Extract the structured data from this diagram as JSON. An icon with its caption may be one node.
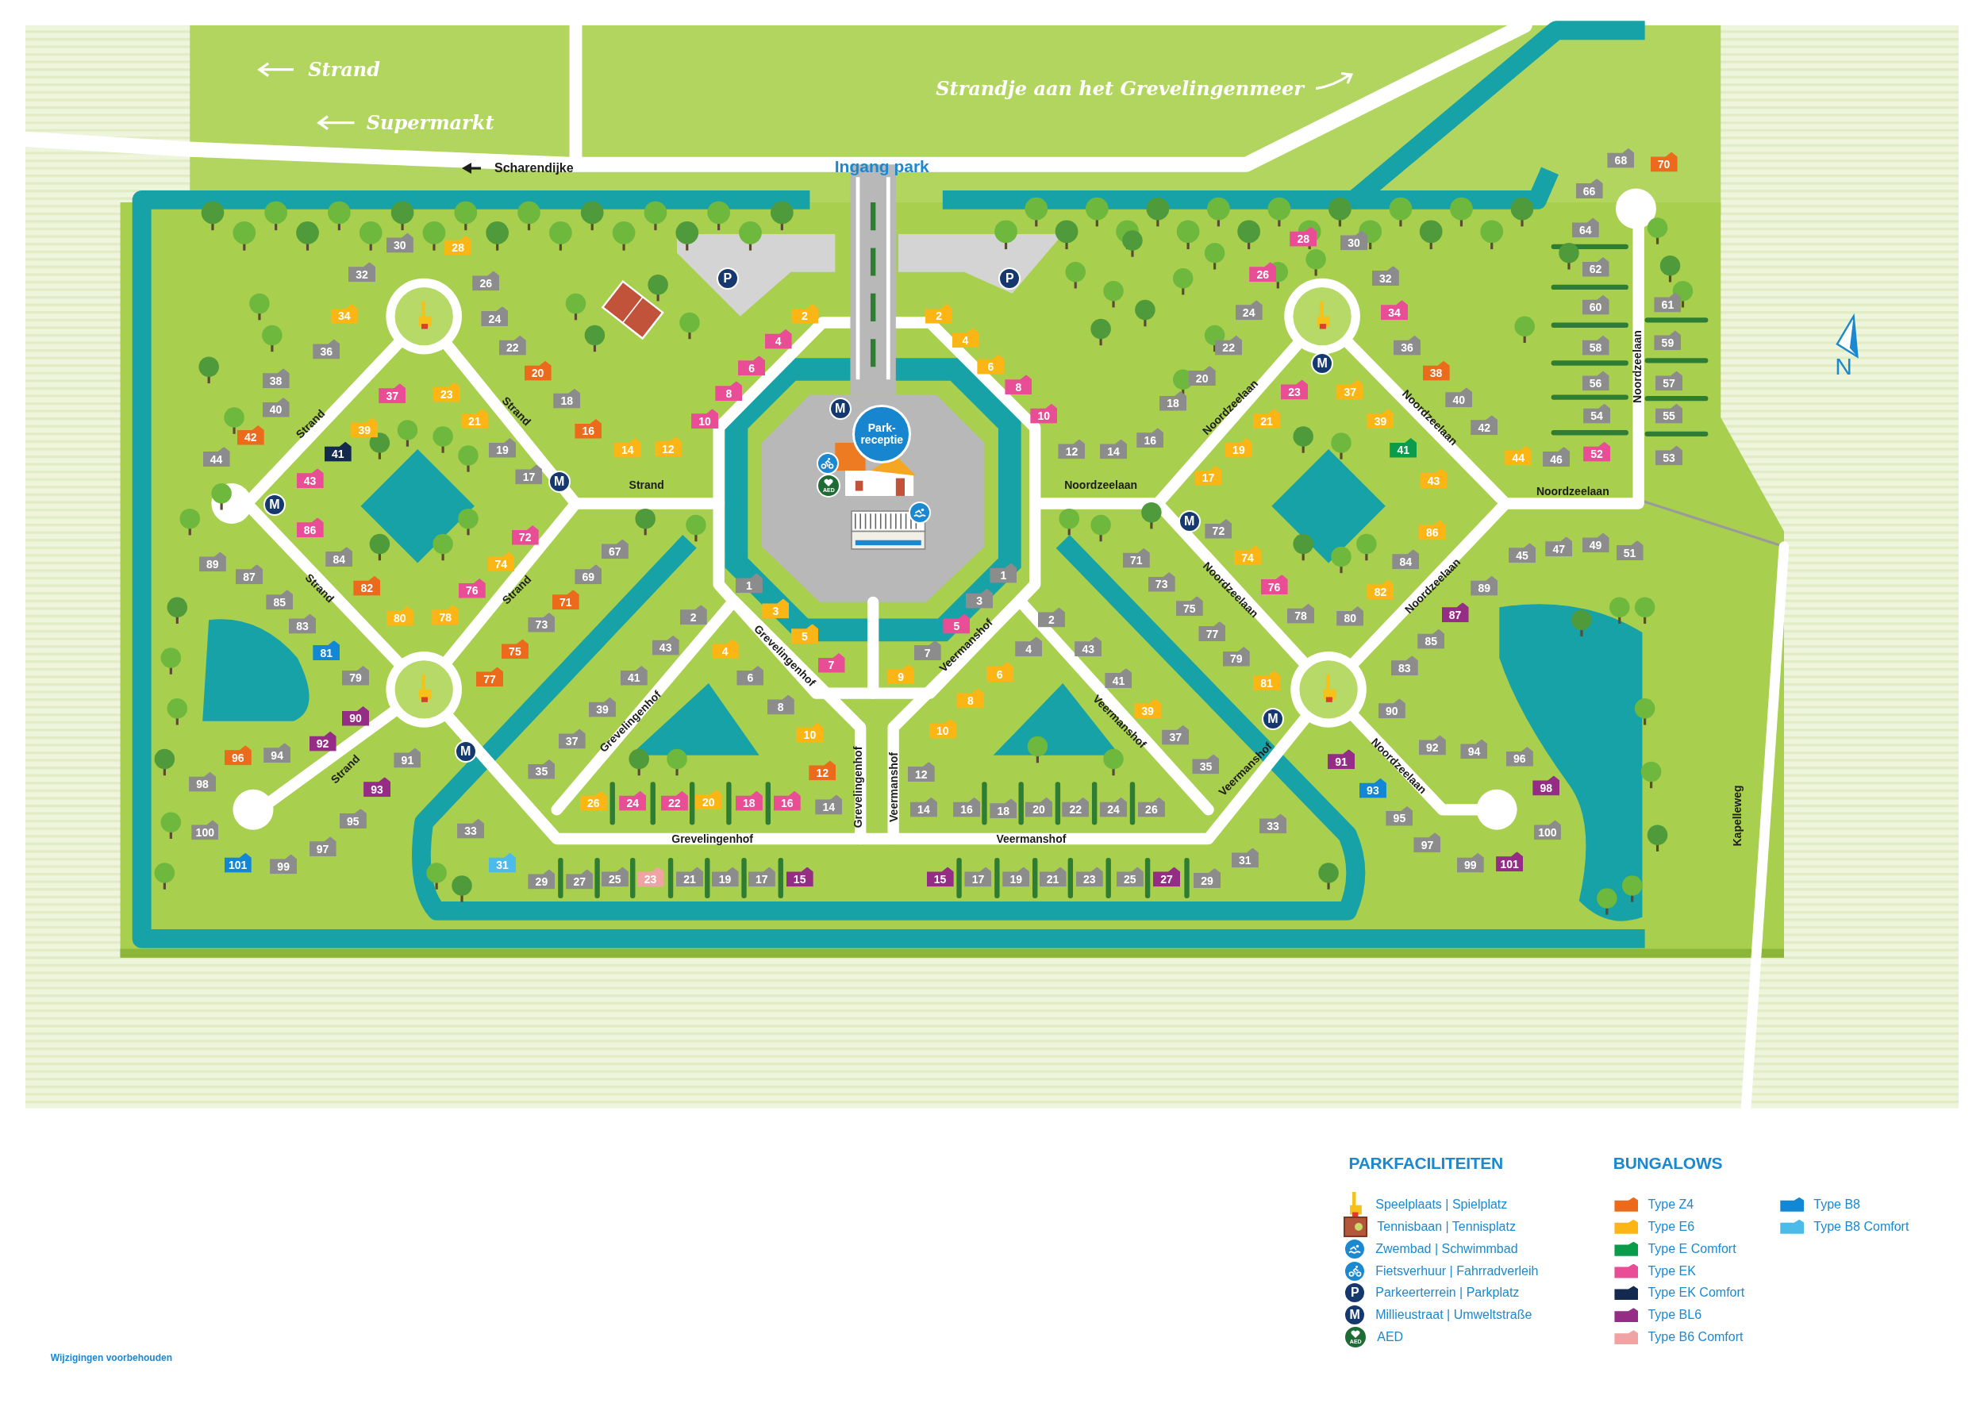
{
  "diagram": {
    "nodes": [
      {
        "text": [
          "Park-receptie"
        ]
      }
    ],
    "labels": [
      "Strand",
      "Supermarkt",
      "Strandje aan het Grevelingenmeer",
      "Scharendijke",
      "Ingang park",
      "N",
      "Strand",
      "Strand",
      "Strand",
      "Strand",
      "Strand",
      "Strand",
      "Grevelingenhof",
      "Grevelingenhof",
      "Grevelingenhof",
      "Veermanshof",
      "Veermanshof",
      "Veermanshof",
      "Veermanshof",
      "Grevelingenhof",
      "Veermanshof",
      "Noordzeelaan",
      "Noordzeelaan",
      "Noordzeelaan",
      "Noordzeelaan",
      "Noordzeelaan",
      "Noordzeelaan",
      "Noordzeelaan",
      "Noordzeelaan",
      "Kapelleweg",
      "P",
      "P",
      "M",
      "M",
      "M",
      "M",
      "M",
      "M",
      "M",
      "AED",
      "30",
      "28",
      "32",
      "26",
      "34",
      "24",
      "22",
      "36",
      "20",
      "38",
      "23",
      "37",
      "18",
      "40",
      "21",
      "39",
      "16",
      "42",
      "12",
      "14",
      "19",
      "41",
      "44",
      "17",
      "43",
      "2",
      "4",
      "6",
      "8",
      "10",
      "86",
      "72",
      "67",
      "84",
      "74",
      "89",
      "87",
      "69",
      "82",
      "76",
      "71",
      "85",
      "78",
      "80",
      "73",
      "83",
      "75",
      "81",
      "79",
      "77",
      "90",
      "92",
      "94",
      "96",
      "91",
      "98",
      "93",
      "95",
      "100",
      "97",
      "101",
      "99",
      "1",
      "3",
      "2",
      "5",
      "43",
      "4",
      "7",
      "6",
      "41",
      "8",
      "39",
      "10",
      "37",
      "35",
      "12",
      "26",
      "24",
      "22",
      "20",
      "18",
      "16",
      "14",
      "33",
      "31",
      "29",
      "27",
      "25",
      "23",
      "21",
      "19",
      "17",
      "15",
      "2",
      "4",
      "6",
      "8",
      "10",
      "12",
      "14",
      "16",
      "18",
      "20",
      "22",
      "24",
      "26",
      "28",
      "30",
      "32",
      "34",
      "36",
      "38",
      "40",
      "42",
      "44",
      "46",
      "52",
      "23",
      "37",
      "21",
      "39",
      "19",
      "41",
      "17",
      "43",
      "72",
      "86",
      "74",
      "71",
      "84",
      "73",
      "76",
      "89",
      "82",
      "75",
      "87",
      "78",
      "80",
      "77",
      "85",
      "79",
      "83",
      "81",
      "68",
      "70",
      "66",
      "64",
      "62",
      "61",
      "60",
      "59",
      "58",
      "56",
      "57",
      "54",
      "55",
      "53",
      "49",
      "47",
      "51",
      "45",
      "1",
      "3",
      "2",
      "5",
      "4",
      "43",
      "7",
      "6",
      "9",
      "41",
      "8",
      "39",
      "10",
      "37",
      "35",
      "12",
      "14",
      "16",
      "18",
      "20",
      "22",
      "24",
      "26",
      "33",
      "31",
      "15",
      "17",
      "19",
      "21",
      "23",
      "25",
      "27",
      "29",
      "90",
      "92",
      "94",
      "96",
      "91",
      "98",
      "93",
      "95",
      "100",
      "97",
      "101",
      "99",
      "PARKFACILITEITEN",
      "BUNGALOWS",
      "P",
      "M",
      "AED",
      "Wijzigingen voorbehouden"
    ],
    "legend": [
      {
        "text": "Speelplaats | Spielplatz"
      },
      {
        "text": "Tennisbaan | Tennisplatz"
      },
      {
        "text": "Zwembad | Schwimmbad"
      },
      {
        "text": "Fietsverhuur | Fahrradverleih"
      },
      {
        "text": "Parkeerterrein | Parkplatz"
      },
      {
        "text": "Millieustraat | Umweltstraße"
      },
      {
        "text": "AED"
      },
      {
        "text": "Type Z4",
        "color": "#ec6a1c"
      },
      {
        "text": "Type E6",
        "color": "#fbb616"
      },
      {
        "text": "Type E Comfort",
        "color": "#0a9c4b"
      },
      {
        "text": "Type EK",
        "color": "#e84d96"
      },
      {
        "text": "Type EK Comfort",
        "color": "#14294f"
      },
      {
        "text": "Type BL6",
        "color": "#952c86"
      },
      {
        "text": "Type B6 Comfort",
        "color": "#f0a3a2"
      },
      {
        "text": "Type B8",
        "color": "#1187d6"
      },
      {
        "text": "Type B8 Comfort",
        "color": "#4dbbe9"
      }
    ]
  }
}
